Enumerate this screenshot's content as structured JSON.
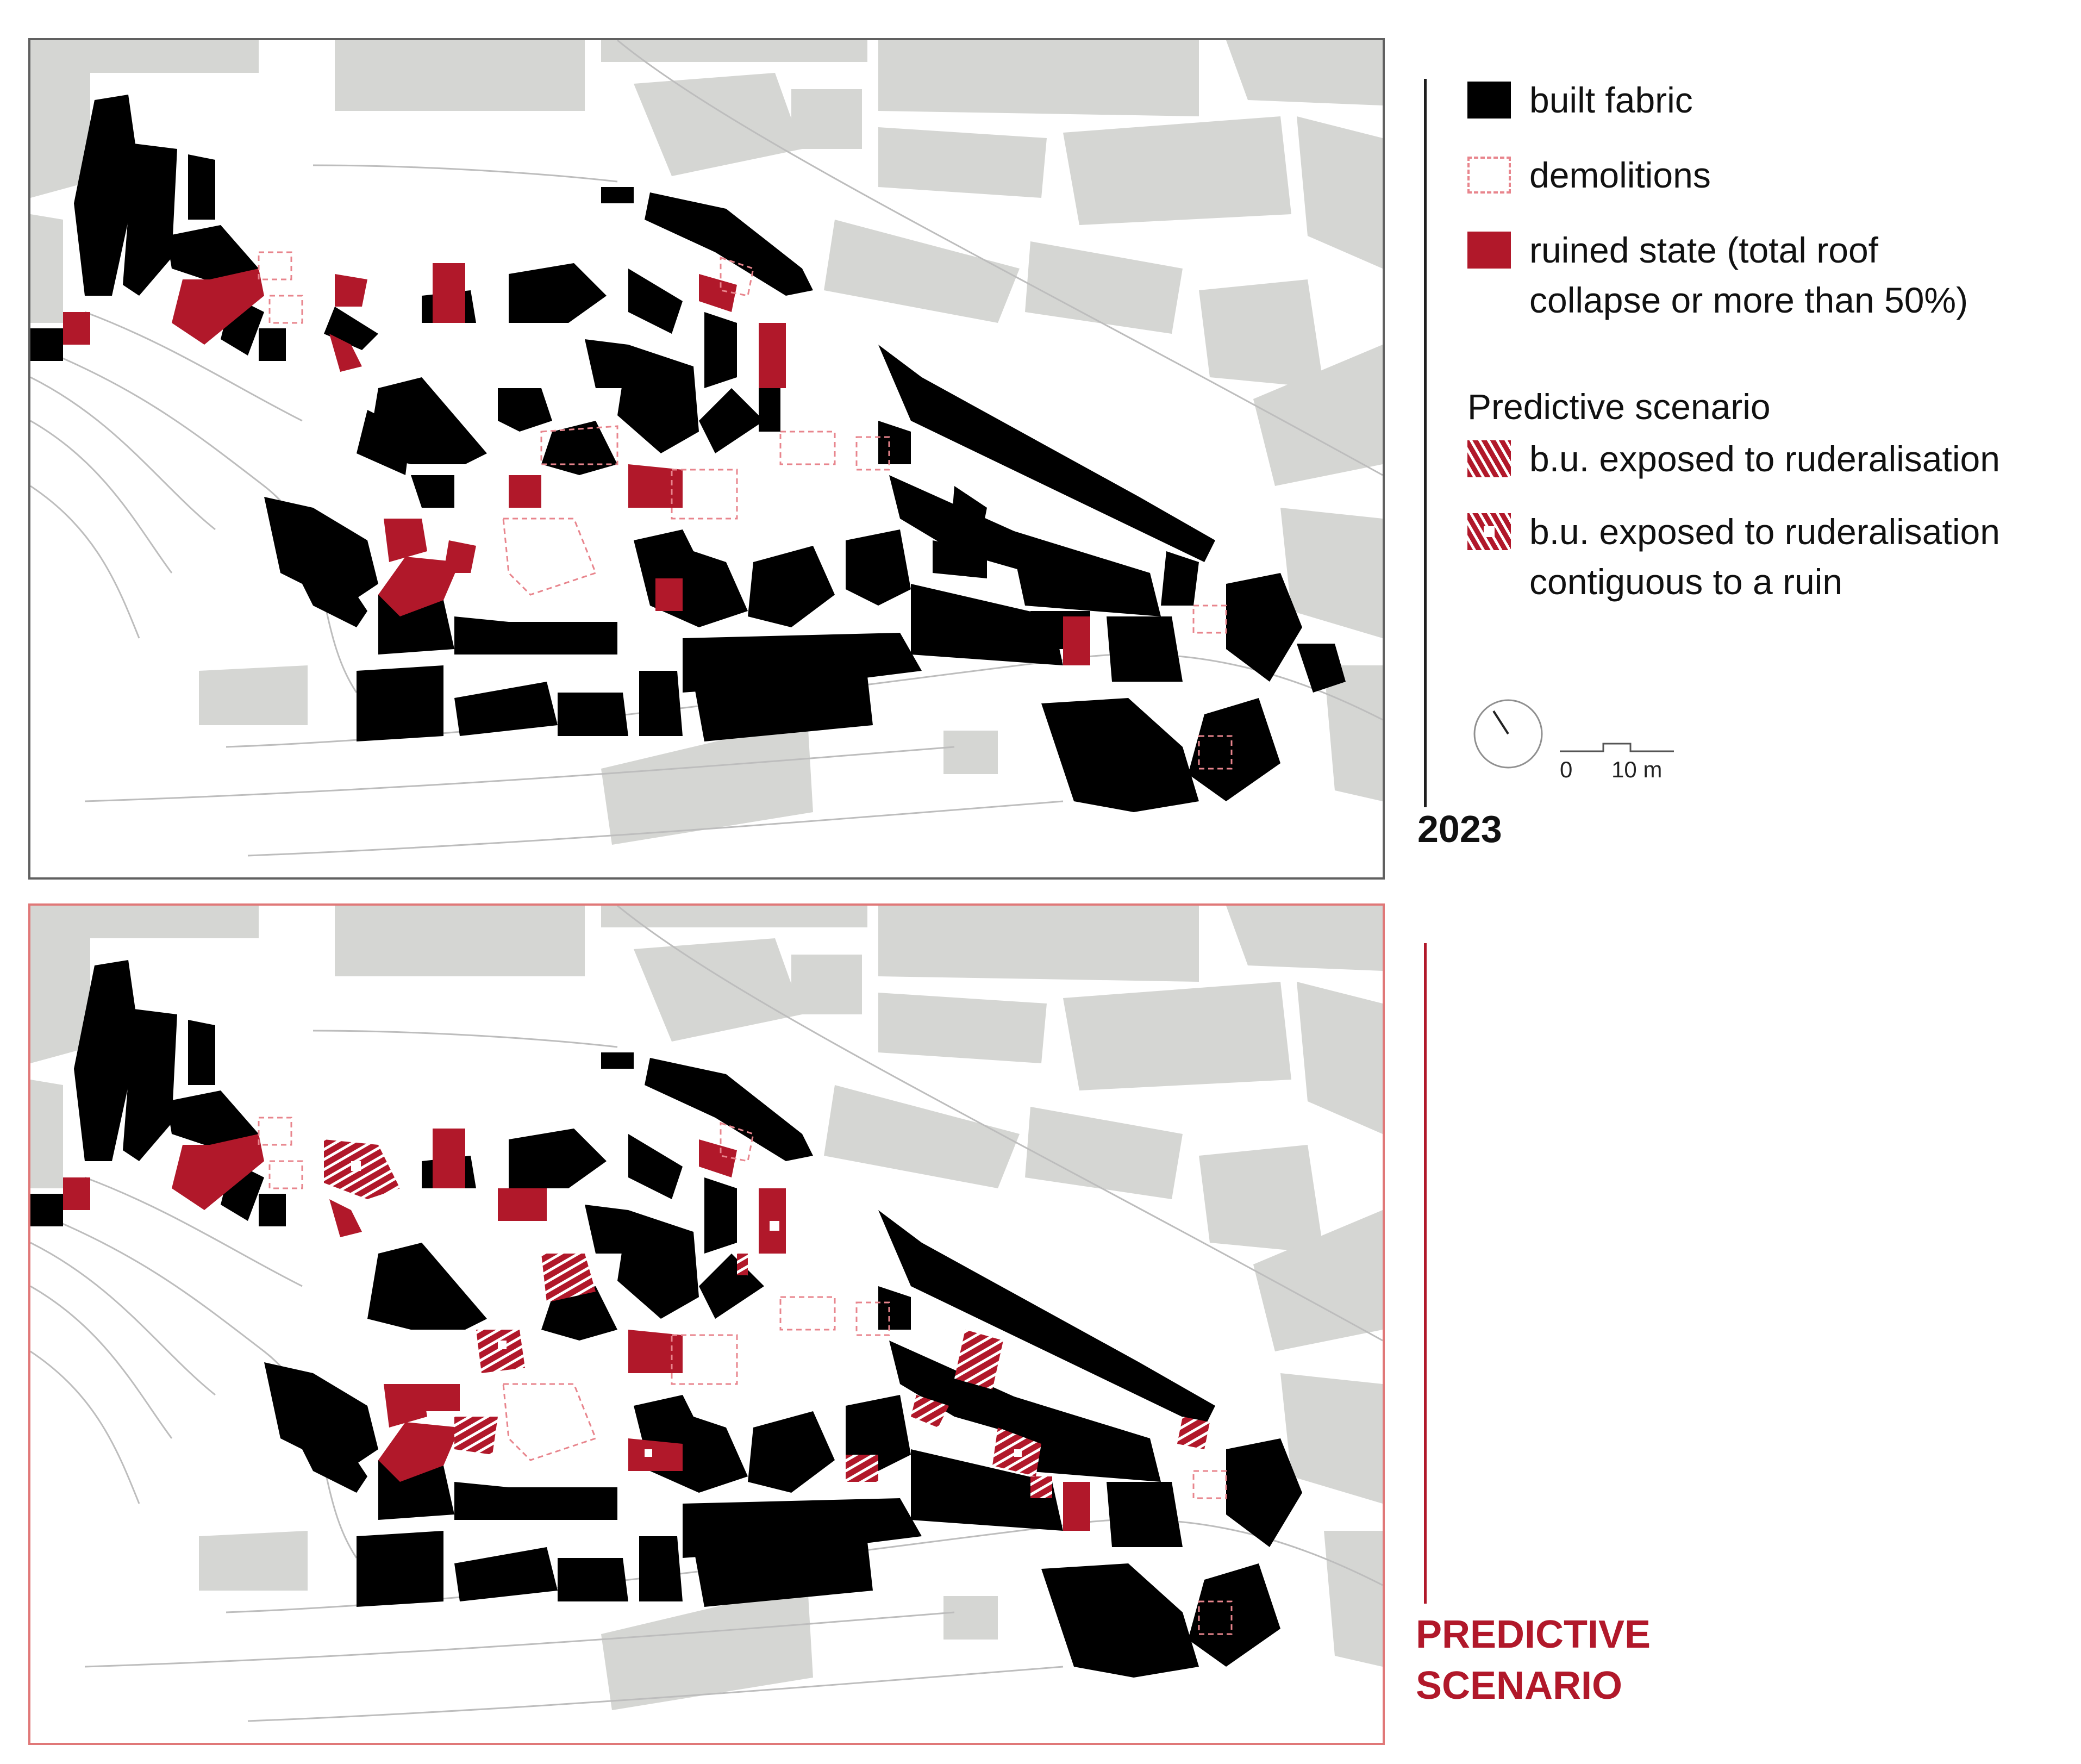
{
  "colors": {
    "built_fabric": "#000000",
    "ruined": "#b1182a",
    "demolition_outline": "#e8858d",
    "context_buildings": "#d5d6d3",
    "streets": "#bdbdbd",
    "frame_2023": "#606060",
    "frame_predictive": "#e07878",
    "scenario_text": "#b1182a"
  },
  "legend": {
    "items": [
      {
        "label": "built fabric",
        "swatch": "solid-black"
      },
      {
        "label": "demolitions",
        "swatch": "dashed-outline"
      },
      {
        "label": "ruined state (total roof\ncollapse or more than 50%)",
        "swatch": "solid-red"
      }
    ],
    "predictive_title": "Predictive scenario",
    "predictive_items": [
      {
        "label": "b.u. exposed to ruderalisation",
        "swatch": "red-hatch"
      },
      {
        "label": "b.u. exposed to ruderalisation\n contiguous to a ruin",
        "swatch": "red-hatch-square"
      }
    ],
    "north_arrow": "north-arrow-icon",
    "scale": {
      "zero": "0",
      "ten": "10 m"
    }
  },
  "panels": [
    {
      "label": "2023",
      "map": "current-state"
    },
    {
      "label": "PREDICTIVE\nSCENARIO",
      "map": "predictive-state"
    }
  ]
}
